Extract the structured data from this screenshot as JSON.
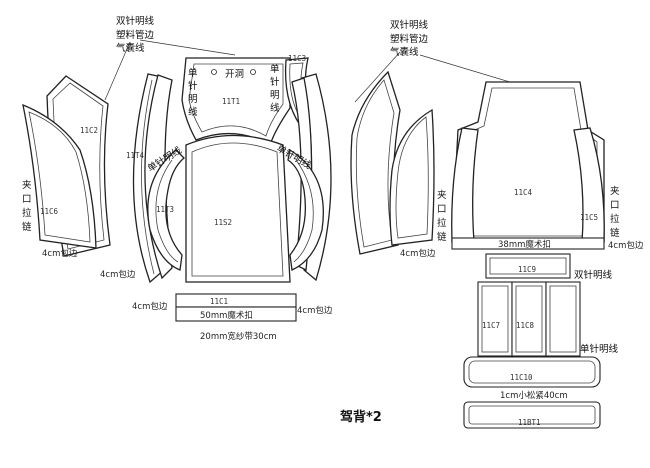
{
  "title": "驾背*2",
  "callout_left": [
    "双针明线",
    "塑料管边",
    "气囊线"
  ],
  "callout_right": [
    "双针明线",
    "塑料管边",
    "气囊线"
  ],
  "side_label_left": [
    "夹",
    "口",
    "拉",
    "链"
  ],
  "side_label_right": [
    "夹",
    "口",
    "拉",
    "链"
  ],
  "center_top_left_vertical": [
    "单",
    "针",
    "明",
    "线"
  ],
  "center_top_right_vertical": [
    "单",
    "针",
    "明",
    "线"
  ],
  "hole_label": "开洞",
  "edge_diag_left": "单针明线",
  "edge_diag_right": "单针明线",
  "binding": "4cm包边",
  "velcro_38": "38mm魔术扣",
  "velcro_50": "50mm魔术扣",
  "strap": "20mm宽纱带30cm",
  "double_needle": "双针明线",
  "single_needle": "单针明线",
  "elastic": "1cm小松紧40cm",
  "codes": {
    "c2": "11C2",
    "c3": "11C3",
    "c6": "11C6",
    "t4": "11T4",
    "t1": "11T1",
    "t3": "11T3",
    "s2": "11S2",
    "c1": "11C1",
    "c4": "11C4",
    "c5": "11C5",
    "c9": "11C9",
    "c7": "11C7",
    "c8": "11C8",
    "c10": "11C10",
    "bt1": "11BT1"
  }
}
